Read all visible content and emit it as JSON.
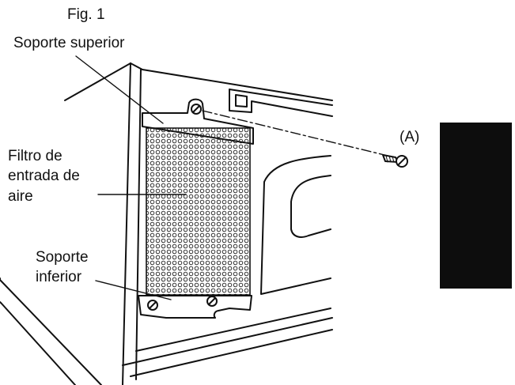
{
  "figure": {
    "caption": "Fig. 1"
  },
  "labels": {
    "upper_bracket": "Soporte superior",
    "filter_line1": "Filtro de",
    "filter_line2": "entrada de",
    "filter_line3": "aire",
    "lower_line1": "Soporte",
    "lower_line2": "inferior",
    "screw": "(A)"
  },
  "colors": {
    "ink": "#111111",
    "block": "#0d0d0d",
    "background": "#ffffff"
  }
}
